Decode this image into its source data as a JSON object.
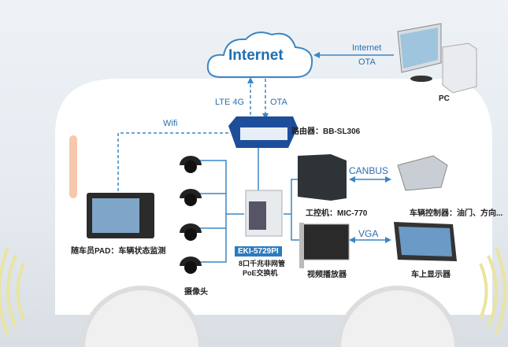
{
  "cloud": {
    "label": "Internet"
  },
  "pc_link": {
    "internet": "Internet",
    "ota": "OTA"
  },
  "pc": {
    "label": "PC"
  },
  "uplink": {
    "lte": "LTE 4G",
    "ota": "OTA"
  },
  "router": {
    "label": "路由器：BB-SL306"
  },
  "wifi": {
    "label": "Wifi"
  },
  "pad": {
    "label": "随车员PAD：车辆状态监测"
  },
  "cameras": {
    "label": "摄像头",
    "count": 4
  },
  "switch": {
    "model": "EKI-5729PI",
    "desc_line1": "8口千兆非网管",
    "desc_line2": "PoE交换机"
  },
  "ipc": {
    "label": "工控机：MIC-770"
  },
  "canbus": {
    "label": "CANBUS"
  },
  "controller": {
    "label": "车辆控制器：油门、方向..."
  },
  "video": {
    "label": "视频播放器"
  },
  "vga": {
    "label": "VGA"
  },
  "display": {
    "label": "车上显示器"
  },
  "colors": {
    "line": "#3b86c4",
    "accent": "#1f6fb2",
    "badge": "#2b7bc0"
  }
}
